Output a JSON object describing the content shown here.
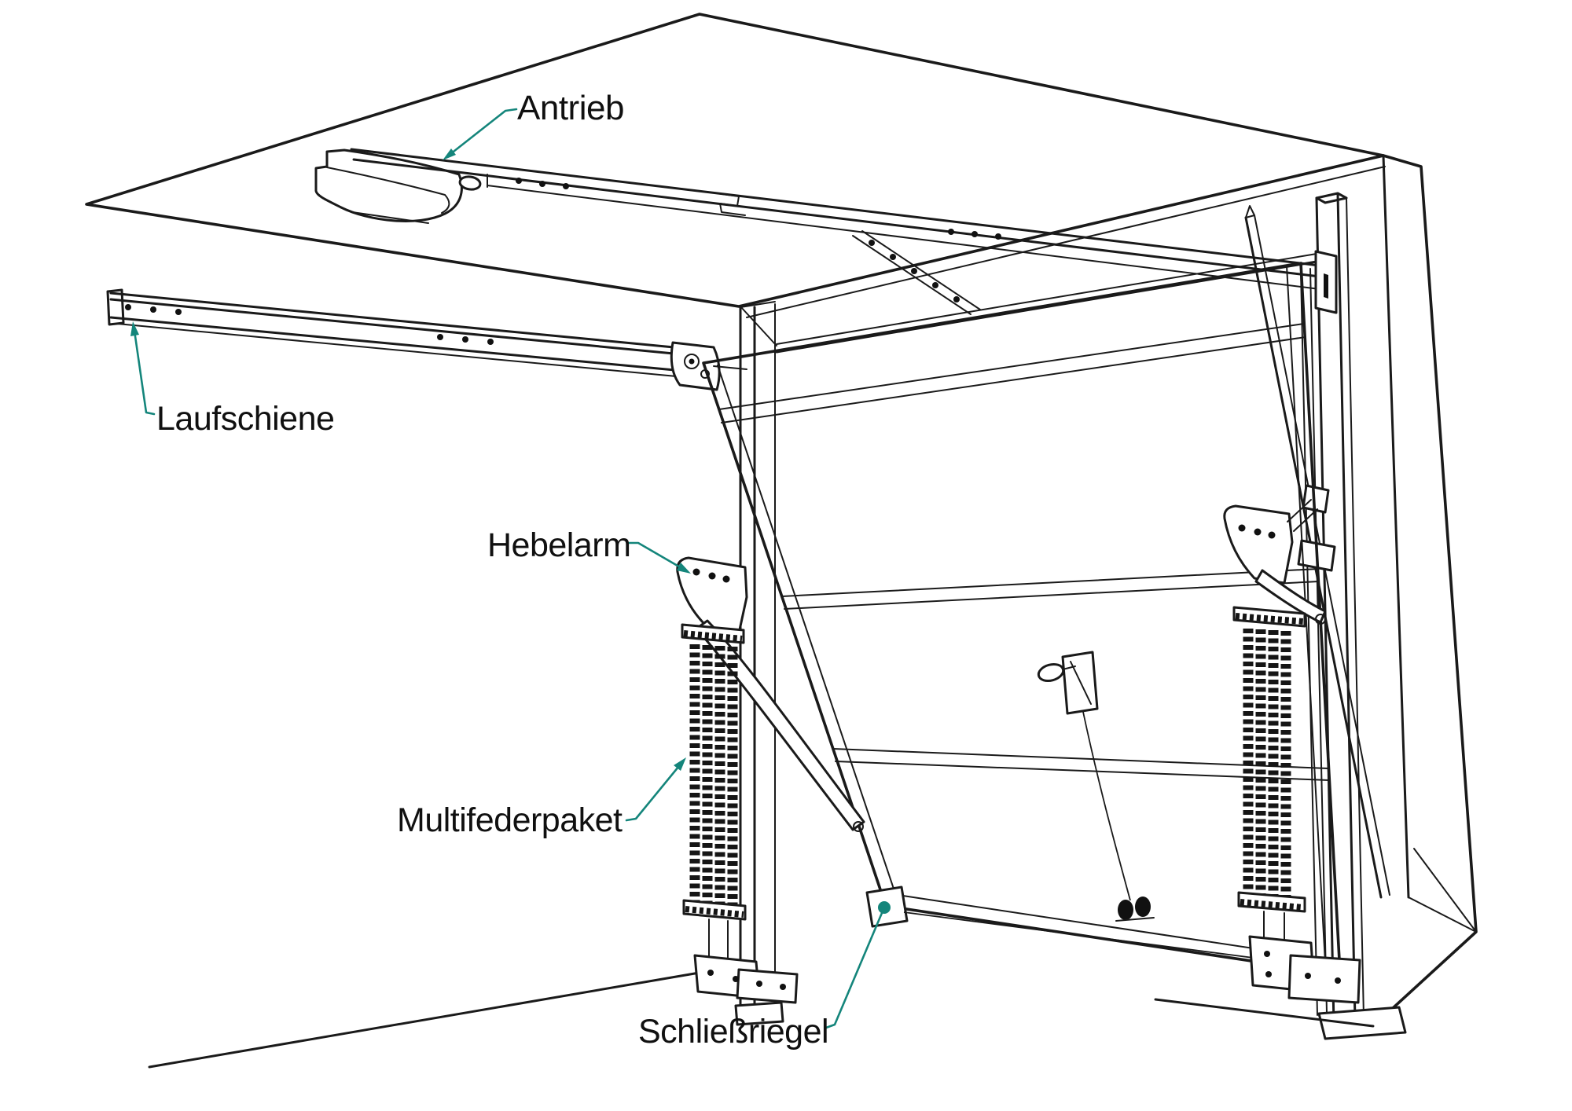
{
  "diagram": {
    "type": "technical-illustration",
    "subject": "up-and-over garage door mechanism",
    "labels": {
      "antrieb": "Antrieb",
      "laufschiene": "Laufschiene",
      "hebelarm": "Hebelarm",
      "multifederpaket": "Multifederpaket",
      "schliessriegel": "Schließriegel"
    },
    "colors": {
      "line": "#1a1a1a",
      "callout": "#14857B",
      "background": "#ffffff"
    }
  }
}
